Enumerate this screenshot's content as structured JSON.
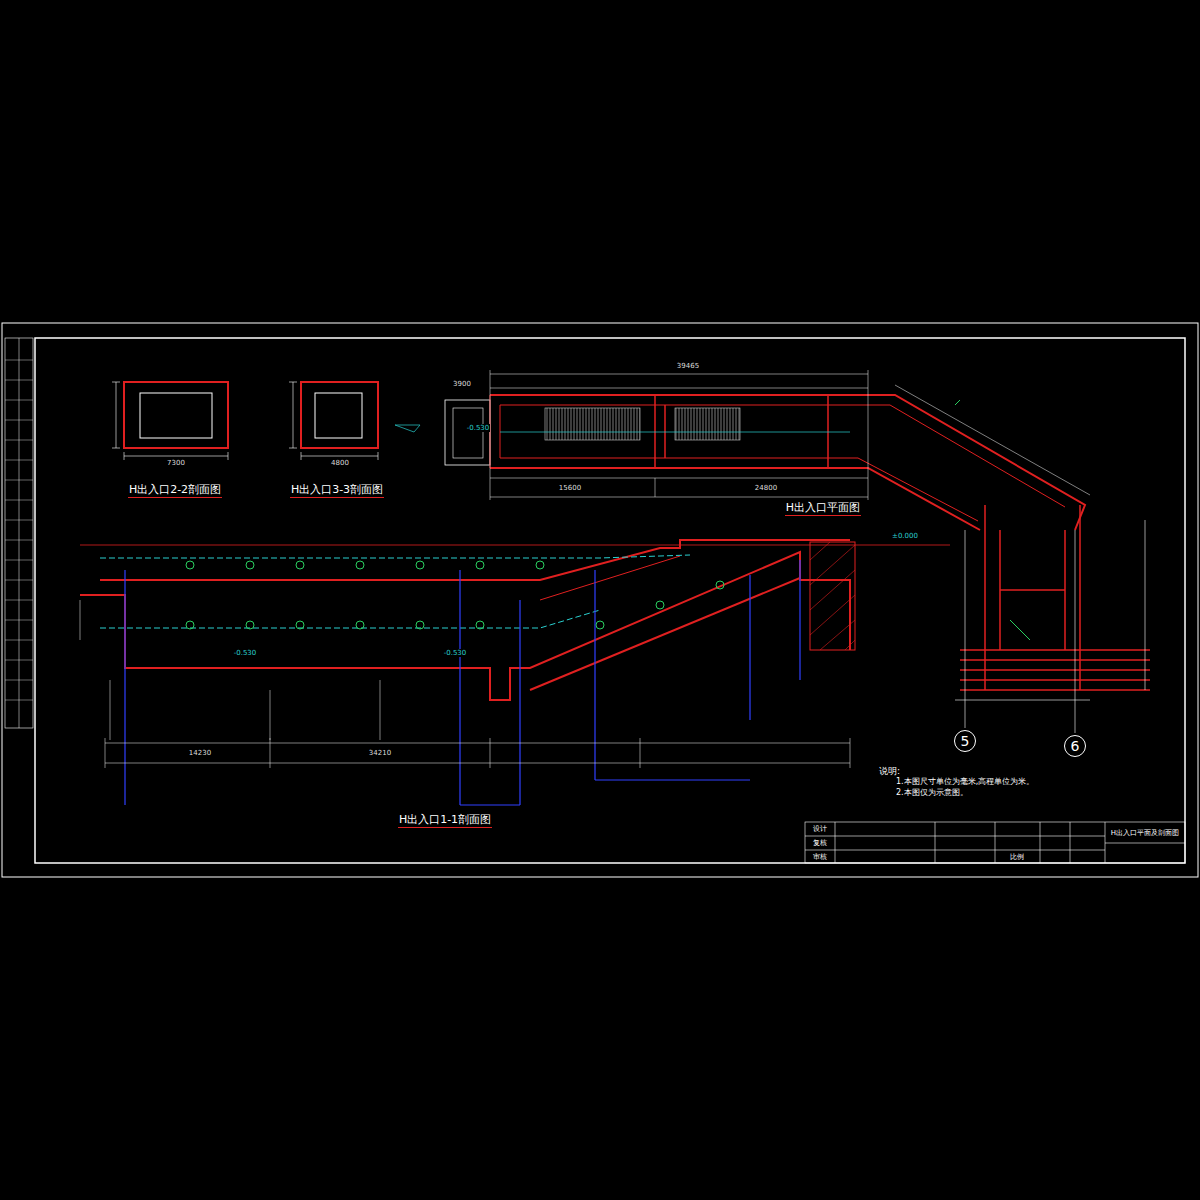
{
  "diagram": {
    "nodes": [
      {
        "text": [
          "5"
        ]
      },
      {
        "text": [
          "6"
        ]
      }
    ],
    "labels": [
      "H出入口2-2剖面图",
      "H出入口3-3剖面图",
      "H出入口平面图",
      "H出入口1-1剖面图",
      "说明:",
      "1.本图尺寸单位为毫米,高程单位为米。",
      "2.本图仅为示意图。",
      "7300",
      "4800",
      "39465",
      "3900",
      "15600",
      "24800",
      "-0.530",
      "-0.530",
      "-0.530",
      "±0.000",
      "34210",
      "14230",
      "设计",
      "复核",
      "审核",
      "H出入口平面及剖面图",
      "比例"
    ]
  }
}
